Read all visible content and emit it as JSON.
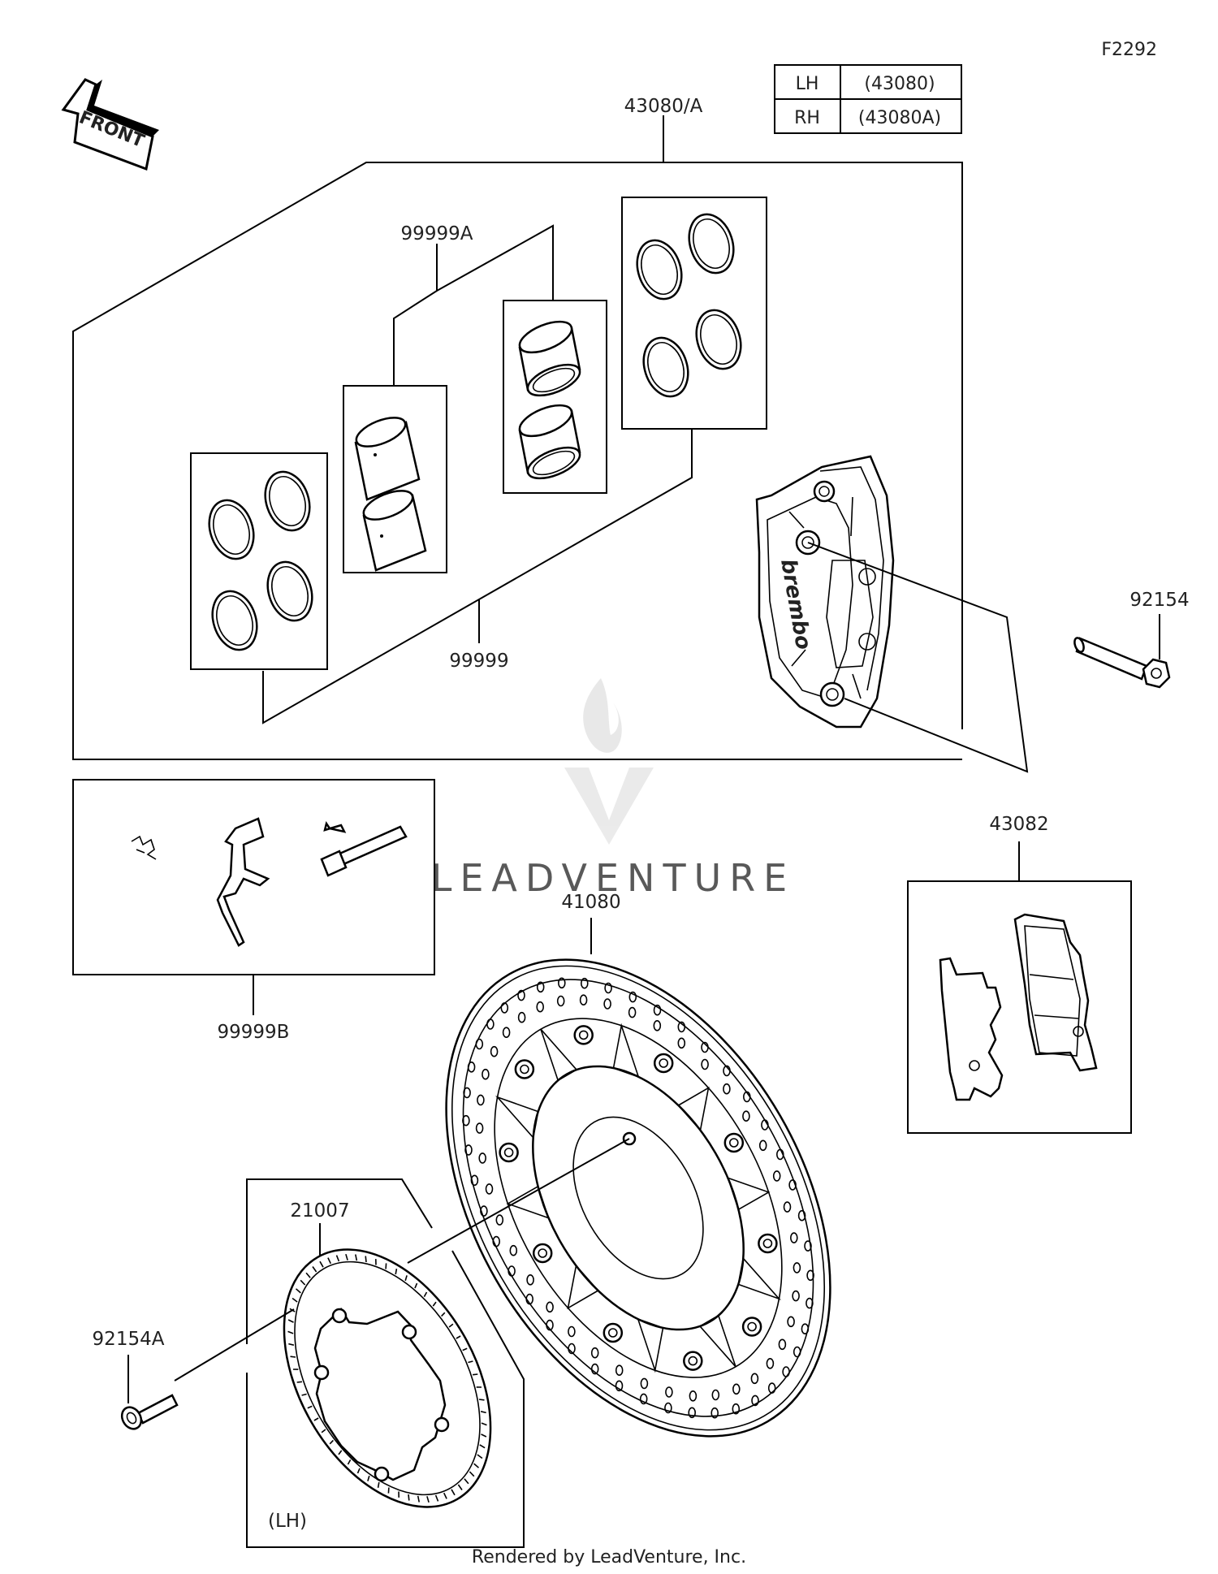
{
  "diagram_code": "F2292",
  "legend_table": [
    {
      "side": "LH",
      "part": "(43080)"
    },
    {
      "side": "RH",
      "part": "(43080A)"
    }
  ],
  "front_label": "FRONT",
  "labels": {
    "caliper_assy": "43080/A",
    "piston_kit_a": "99999A",
    "seal_kit": "99999",
    "bolt": "92154",
    "hardware_kit": "99999B",
    "brake_pads": "43082",
    "brake_disc": "41080",
    "sensor_rotor": "21007",
    "rotor_bolt": "92154A",
    "rotor_side": "(LH)",
    "caliper_brand": "brembo"
  },
  "watermark": "LEADVENTURE",
  "footer": "Rendered by LeadVenture, Inc."
}
